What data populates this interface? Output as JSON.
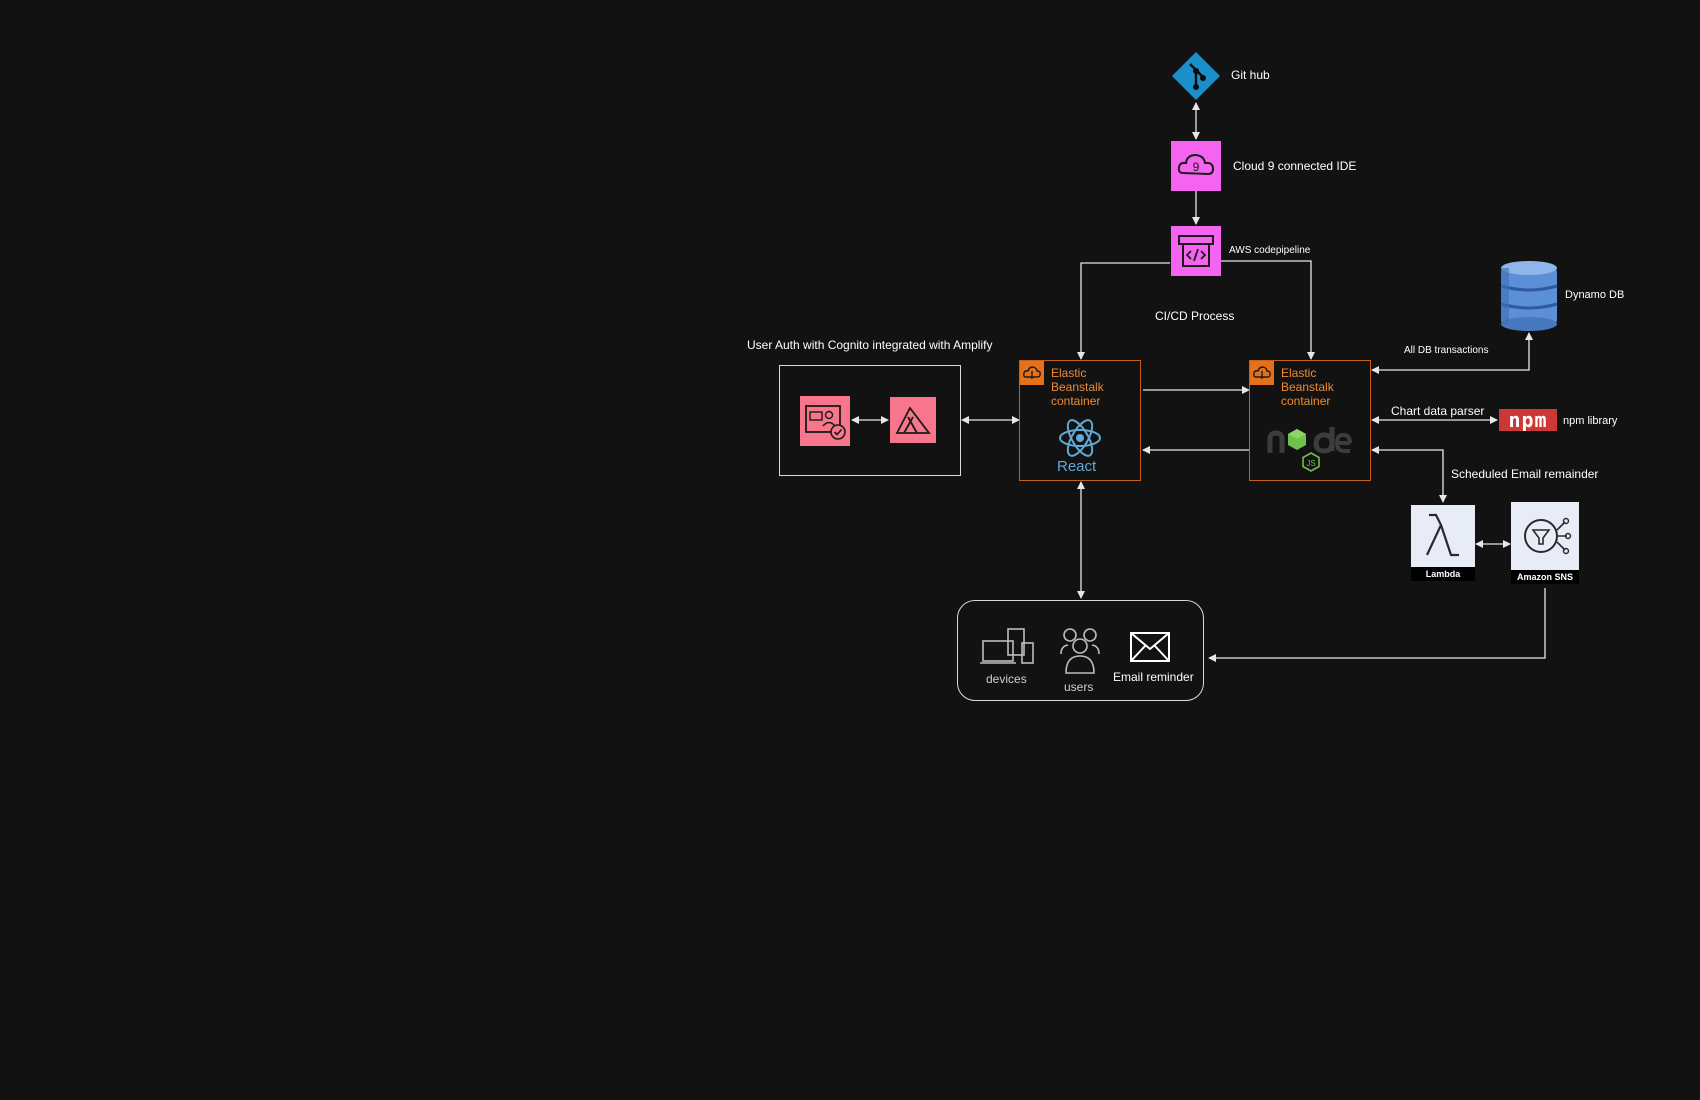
{
  "nodes": {
    "github": {
      "label": "Git hub",
      "icon": "git-icon",
      "color": "#1b8fc9"
    },
    "cloud9": {
      "label": "Cloud 9 connected IDE",
      "icon": "cloud9-icon",
      "color": "#f564f0"
    },
    "codepipeline": {
      "label": "AWS codepipeline",
      "icon": "codepipeline-icon",
      "color": "#f564f0"
    },
    "dynamodb": {
      "label": "Dynamo DB",
      "icon": "dynamodb-icon",
      "color": "#5b8fd6"
    },
    "cicd": {
      "label": "CI/CD Process"
    },
    "auth_group": {
      "label": "User Auth with Cognito integrated with Amplify",
      "cognito_icon": "cognito-icon",
      "amplify_icon": "amplify-icon",
      "color": "#f7768c"
    },
    "eb_react": {
      "title": "Elastic\nBeanstalk\ncontainer",
      "framework": "React",
      "icon": "react-icon",
      "accent": "#e7711b"
    },
    "eb_node": {
      "title": "Elastic\nBeanstalk\ncontainer",
      "icon": "nodejs-icon",
      "accent": "#e7711b"
    },
    "npm": {
      "logo": "npm",
      "label": "npm library",
      "color": "#cb3837"
    },
    "lambda": {
      "label": "Lambda",
      "icon": "lambda-icon"
    },
    "sns": {
      "label": "Amazon SNS",
      "icon": "sns-icon"
    },
    "client_group": {
      "devices": "devices",
      "users": "users",
      "email": "Email reminder"
    }
  },
  "edges": {
    "all_db": "All DB transactions",
    "chart_parser": "Chart data parser",
    "scheduled_email": "Scheduled Email remainder"
  }
}
